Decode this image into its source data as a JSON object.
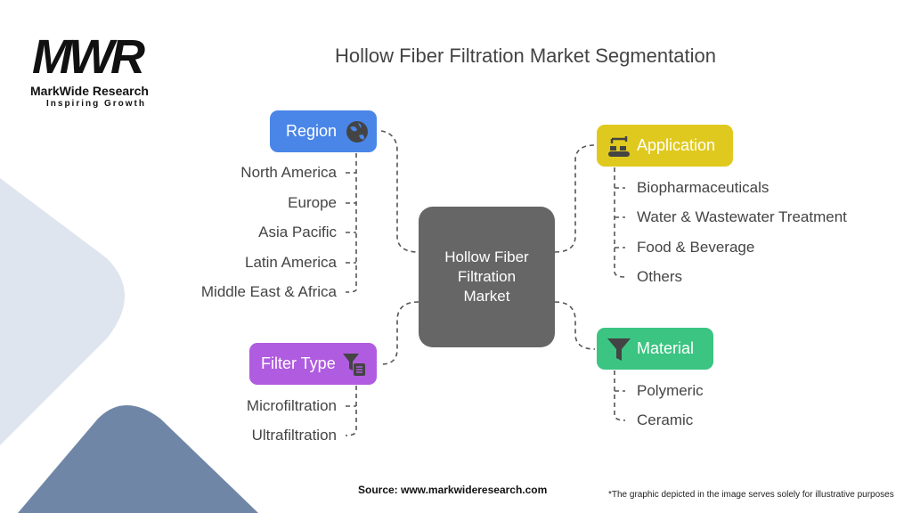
{
  "logo": {
    "mark": "MWR",
    "name": "MarkWide Research",
    "tagline": "Inspiring Growth"
  },
  "title": "Hollow Fiber Filtration Market Segmentation",
  "center": {
    "lines": [
      "Hollow Fiber",
      "Filtration",
      "Market"
    ]
  },
  "segments": {
    "region": {
      "label": "Region",
      "icon": "globe-icon",
      "color": "#4a86e8",
      "items": [
        "North America",
        "Europe",
        "Asia Pacific",
        "Latin America",
        "Middle East & Africa"
      ]
    },
    "application": {
      "label": "Application",
      "icon": "robot-arm-conveyor-icon",
      "color": "#e0c91e",
      "items": [
        "Biopharmaceuticals",
        "Water & Wastewater Treatment",
        "Food & Beverage",
        "Others"
      ]
    },
    "filter_type": {
      "label": "Filter Type",
      "icon": "filter-list-icon",
      "color": "#b05ce0",
      "items": [
        "Microfiltration",
        "Ultrafiltration"
      ]
    },
    "material": {
      "label": "Material",
      "icon": "funnel-icon",
      "color": "#3cc482",
      "items": [
        "Polymeric",
        "Ceramic"
      ]
    }
  },
  "footer": {
    "source": "Source: www.markwideresearch.com",
    "note": "*The graphic depicted in the image serves solely for illustrative purposes"
  }
}
